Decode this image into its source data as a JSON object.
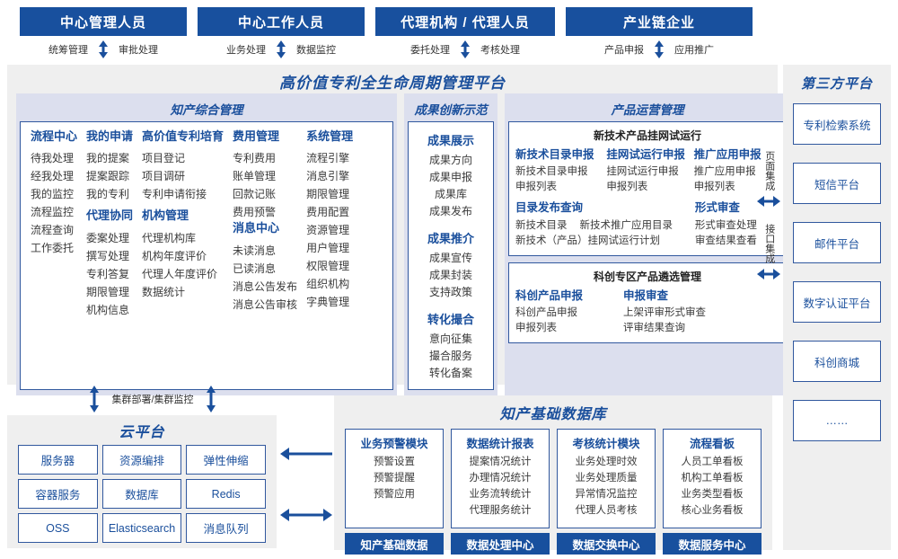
{
  "roles": [
    {
      "title": "中心管理人员",
      "tasks": [
        "统筹管理",
        "审批处理"
      ]
    },
    {
      "title": "中心工作人员",
      "tasks": [
        "业务处理",
        "数据监控"
      ]
    },
    {
      "title": "代理机构 / 代理人员",
      "tasks": [
        "委托处理",
        "考核处理"
      ]
    },
    {
      "title": "产业链企业",
      "tasks": [
        "产品申报",
        "应用推广"
      ]
    }
  ],
  "platform": {
    "title": "高价值专利全生命周期管理平台",
    "sections": {
      "kp": {
        "title": "知产综合管理",
        "columns": [
          {
            "groups": [
              {
                "head": "流程中心",
                "items": [
                  "待我处理",
                  "经我处理",
                  "我的监控",
                  "流程监控",
                  "流程查询",
                  "工作委托"
                ]
              }
            ]
          },
          {
            "groups": [
              {
                "head": "我的申请",
                "items": [
                  "我的提案",
                  "提案跟踪",
                  "我的专利"
                ]
              },
              {
                "head": "代理协同",
                "items": [
                  "委案处理",
                  "撰写处理",
                  "专利答复",
                  "期限管理",
                  "机构信息"
                ]
              }
            ]
          },
          {
            "groups": [
              {
                "head": "高价值专利培育",
                "items": [
                  "项目登记",
                  "项目调研",
                  "专利申请衔接"
                ]
              },
              {
                "head": "机构管理",
                "items": [
                  "代理机构库",
                  "机构年度评价",
                  "代理人年度评价",
                  "数据统计"
                ]
              }
            ]
          },
          {
            "groups": [
              {
                "head": "费用管理",
                "items": [
                  "专利费用",
                  "账单管理",
                  "回款记账",
                  "费用预警"
                ]
              },
              {
                "head": "消息中心",
                "items": [
                  "未读消息",
                  "已读消息",
                  "消息公告发布",
                  "消息公告审核"
                ]
              }
            ]
          },
          {
            "groups": [
              {
                "head": "系统管理",
                "items": [
                  "流程引擎",
                  "消息引擎",
                  "期限管理",
                  "费用配置",
                  "资源管理",
                  "用户管理",
                  "权限管理",
                  "组织机构",
                  "字典管理"
                ]
              }
            ]
          }
        ]
      },
      "ach": {
        "title": "成果创新示范",
        "groups": [
          {
            "head": "成果展示",
            "items": [
              "成果方向",
              "成果申报",
              "成果库",
              "成果发布"
            ]
          },
          {
            "head": "成果推介",
            "items": [
              "成果宣传",
              "成果封装",
              "支持政策"
            ]
          },
          {
            "head": "转化撮合",
            "items": [
              "意向征集",
              "撮合服务",
              "转化备案"
            ]
          }
        ]
      },
      "prod": {
        "title": "产品运营管理",
        "box1": {
          "title": "新技术产品挂网试运行",
          "columns": [
            {
              "head": "新技术目录申报",
              "items": [
                "新技术目录申报",
                "申报列表"
              ]
            },
            {
              "head": "挂网试运行申报",
              "items": [
                "挂网试运行申报",
                "申报列表"
              ]
            },
            {
              "head": "推广应用申报",
              "items": [
                "推广应用申报",
                "申报列表"
              ]
            }
          ],
          "row2": {
            "left_head": "目录发布查询",
            "left_line1": [
              "新技术目录",
              "新技术推广应用目录"
            ],
            "left_line2": [
              "新技术（产品）挂网试运行计划"
            ],
            "right_head": "形式审查",
            "right_items": [
              "形式审查处理",
              "审查结果查看"
            ]
          }
        },
        "box2": {
          "title": "科创专区产品遴选管理",
          "columns": [
            {
              "head": "科创产品申报",
              "items": [
                "科创产品申报",
                "申报列表"
              ]
            },
            {
              "head": "申报审查",
              "items": [
                "上架评审形式审查",
                "评审结果查询"
              ]
            }
          ]
        }
      }
    }
  },
  "integration": [
    {
      "label": "页面集成"
    },
    {
      "label": "接口集成"
    }
  ],
  "third_party": {
    "title": "第三方平台",
    "items": [
      "专利检索系统",
      "短信平台",
      "邮件平台",
      "数字认证平台",
      "科创商城",
      "……"
    ]
  },
  "cluster": {
    "label": "集群部署/集群监控"
  },
  "cloud": {
    "title": "云平台",
    "cells": [
      "服务器",
      "资源编排",
      "弹性伸缩",
      "容器服务",
      "数据库",
      "Redis",
      "OSS",
      "Elasticsearch",
      "消息队列"
    ]
  },
  "database": {
    "title": "知产基础数据库",
    "columns": [
      {
        "head": "业务预警模块",
        "items": [
          "预警设置",
          "预警提醒",
          "预警应用"
        ],
        "foot": "知产基础数据"
      },
      {
        "head": "数据统计报表",
        "items": [
          "提案情况统计",
          "办理情况统计",
          "业务流转统计",
          "代理服务统计"
        ],
        "foot": "数据处理中心"
      },
      {
        "head": "考核统计模块",
        "items": [
          "业务处理时效",
          "业务处理质量",
          "异常情况监控",
          "代理人员考核"
        ],
        "foot": "数据交换中心"
      },
      {
        "head": "流程看板",
        "items": [
          "人员工单看板",
          "机构工单看板",
          "业务类型看板",
          "核心业务看板"
        ],
        "foot": "数据服务中心"
      }
    ]
  },
  "colors": {
    "brand": "#18509E",
    "accent": "#1a4f9c",
    "panel": "#DCDFEE",
    "shell": "#EFEFEF",
    "border": "#31589E"
  }
}
